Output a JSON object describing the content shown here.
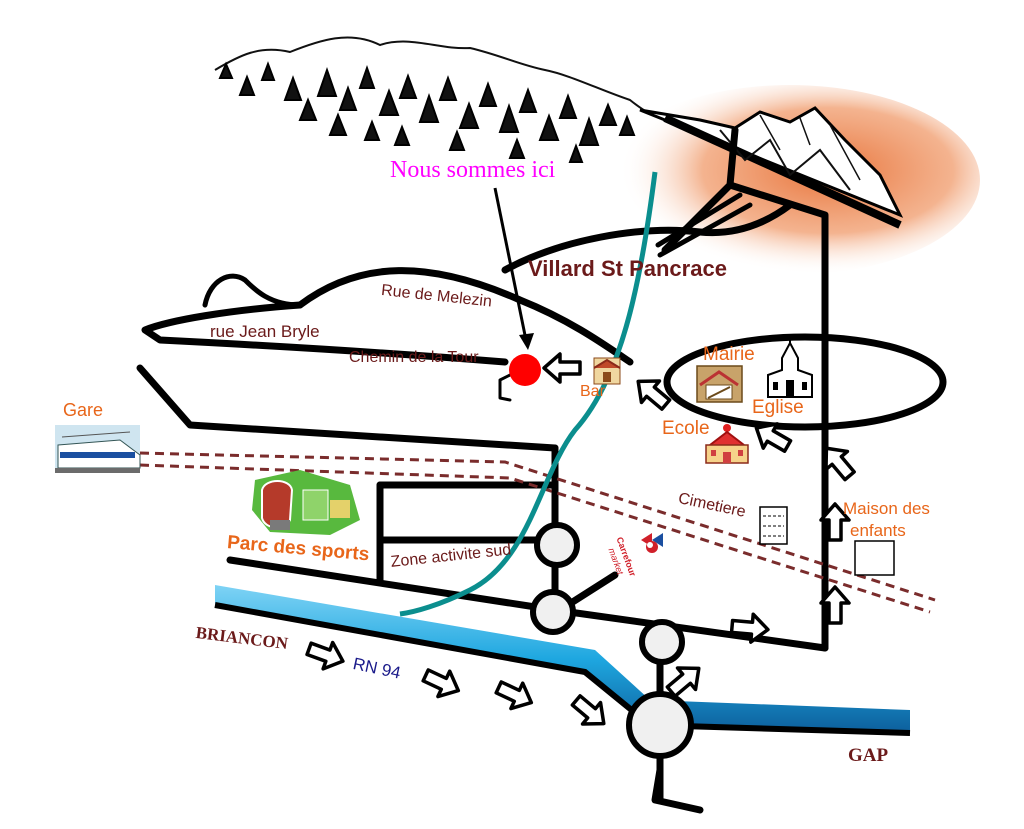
{
  "labels": {
    "here": "Nous sommes ici",
    "village": "Villard St Pancrace",
    "rue_melezin": "Rue de Melezin",
    "rue_jean_bryle": "rue Jean Bryle",
    "chemin_tour": "Chemin de la Tour",
    "bar": "Bar",
    "mairie": "Mairie",
    "eglise": "Eglise",
    "ecole": "Ecole",
    "gare": "Gare",
    "cimetiere": "Cimetiere",
    "maison_line1": "Maison des",
    "maison_line2": "enfants",
    "parc": "Parc des sports",
    "zone": "Zone activite sud",
    "briancon": "BRIANCON",
    "rn94": "RN 94",
    "gap": "GAP",
    "carrefour_line1": "Carrefour",
    "carrefour_line2": "market"
  },
  "colors": {
    "road": "#000000",
    "river": "#1ea7e0",
    "river_dark": "#0d5f9c",
    "mountain_glow": "#e8743b",
    "cable": "#0b8e8e",
    "rail": "#7a2c2c",
    "marker": "#ff0000",
    "label_maroon": "#6b1a1a",
    "label_orange": "#e8661a",
    "label_magenta": "#ff00ff",
    "label_navy": "#1a1a8a"
  },
  "icons": [
    "mountain-range-icon",
    "train-icon",
    "sports-park-icon",
    "bar-house-icon",
    "mairie-house-icon",
    "church-icon",
    "school-icon",
    "carrefour-logo-icon",
    "location-marker-icon"
  ]
}
